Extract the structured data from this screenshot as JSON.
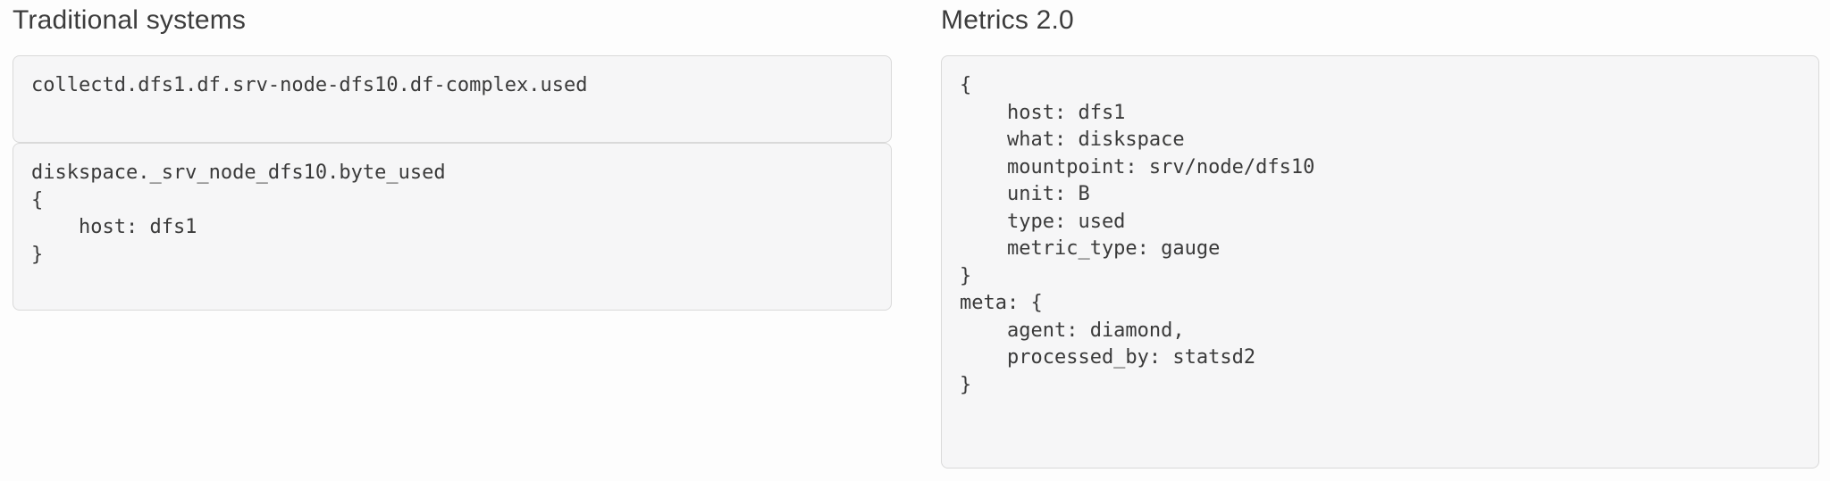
{
  "traditional": {
    "title": "Traditional systems",
    "boxes": [
      {
        "name": "graphite-style-metric",
        "code": "collectd.dfs1.df.srv-node-dfs10.df-complex.used"
      },
      {
        "name": "tagged-metric",
        "code": "diskspace._srv_node_dfs10.byte_used\n{\n    host: dfs1\n}"
      }
    ]
  },
  "metrics20": {
    "title": "Metrics 2.0",
    "boxes": [
      {
        "name": "metrics20-metric",
        "code": "{\n    host: dfs1\n    what: diskspace\n    mountpoint: srv/node/dfs10\n    unit: B\n    type: used\n    metric_type: gauge\n}\nmeta: {\n    agent: diamond,\n    processed_by: statsd2\n}"
      }
    ]
  },
  "colors": {
    "page_background": "#fdfdfd",
    "code_box_background": "#f6f6f7",
    "code_box_border": "#d9d9d9",
    "heading_text": "#3c3c3c",
    "code_text": "#3a3a3a"
  }
}
